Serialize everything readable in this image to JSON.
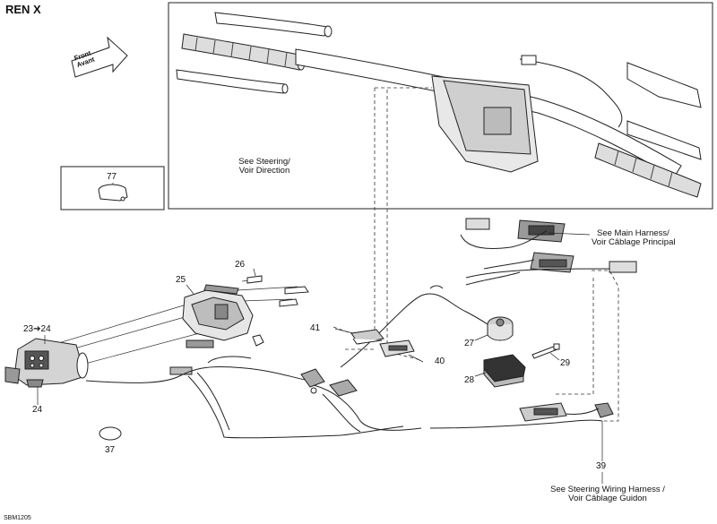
{
  "title": "REN X",
  "diagram_code": "SBM1205",
  "front_arrow": {
    "line1": "Front",
    "line2": "Avant"
  },
  "callouts": {
    "steering_ref": {
      "line1": "See Steering/",
      "line2": "Voir Direction"
    },
    "main_harness": {
      "line1": "See Main Harness/",
      "line2": "Voir Câblage Principal"
    },
    "steering_wiring": {
      "line1": "See Steering Wiring Harness /",
      "line2": "Voir Câblage Guidon"
    }
  },
  "part_numbers": {
    "p77": "77",
    "p26": "26",
    "p25": "25",
    "p23_24": "23➔24",
    "p24": "24",
    "p41": "41",
    "p40": "40",
    "p27": "27",
    "p29": "29",
    "p28": "28",
    "p37": "37",
    "p39": "39"
  }
}
